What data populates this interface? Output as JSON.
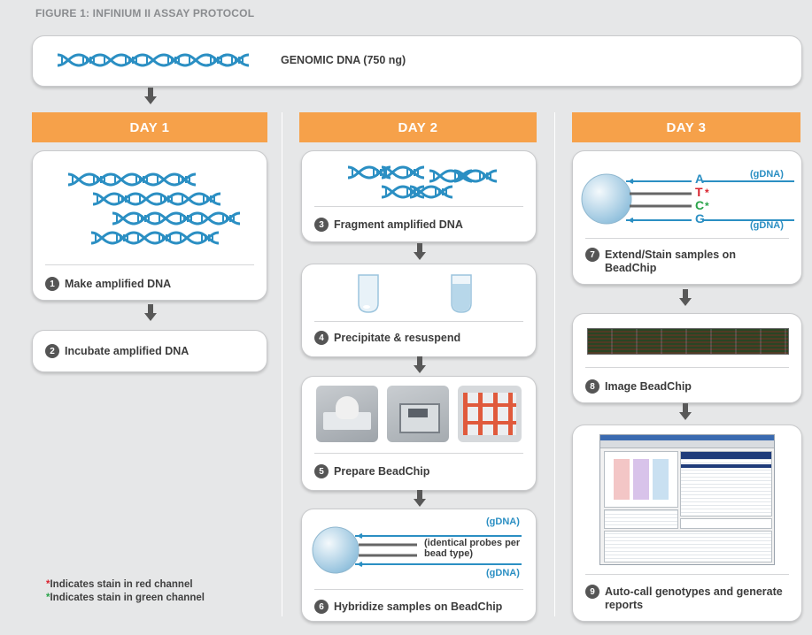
{
  "figure_title": "FIGURE 1: INFINIUM II ASSAY PROTOCOL",
  "genomic_dna_label": "GENOMIC DNA (750 ng)",
  "days": [
    {
      "label": "DAY 1"
    },
    {
      "label": "DAY 2"
    },
    {
      "label": "DAY 3"
    }
  ],
  "steps": [
    {
      "num": "1",
      "label": "Make amplified DNA"
    },
    {
      "num": "2",
      "label": "Incubate amplified DNA"
    },
    {
      "num": "3",
      "label": "Fragment amplified DNA"
    },
    {
      "num": "4",
      "label": "Precipitate & resuspend"
    },
    {
      "num": "5",
      "label": "Prepare BeadChip"
    },
    {
      "num": "6",
      "label": "Hybridize samples on BeadChip"
    },
    {
      "num": "7",
      "label": "Extend/Stain samples on BeadChip"
    },
    {
      "num": "8",
      "label": "Image BeadChip"
    },
    {
      "num": "9",
      "label": "Auto-call genotypes and generate reports"
    }
  ],
  "hybridize_diagram": {
    "gdna_top": "(gDNA)",
    "gdna_bottom": "(gDNA)",
    "probe_note": "(identical probes per bead type)"
  },
  "extend_diagram": {
    "gdna_top": "(gDNA)",
    "gdna_bottom": "(gDNA)",
    "bases": [
      "A",
      "T",
      "C",
      "G"
    ],
    "stars": [
      "*",
      "*"
    ]
  },
  "legend": {
    "red_star": "*",
    "red_text": "Indicates stain in red channel",
    "green_star": "*",
    "green_text": "Indicates stain in green channel"
  },
  "colors": {
    "day_bar": "#f6a14a",
    "dna": "#2b8fc3",
    "red_stain": "#d9232e",
    "green_stain": "#2aa34a"
  }
}
